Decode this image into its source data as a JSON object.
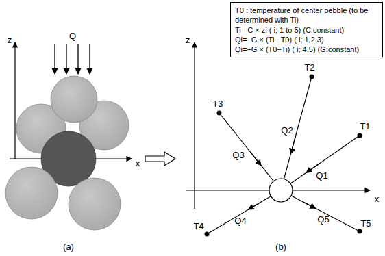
{
  "diagram": {
    "nodes": [
      {
        "text": [
          "T0 : temperature of center pebble (to be determined with Ti)",
          "Ti= C × zi ( i; 1 to 5) (C:constant)",
          "Qi=−G × (Ti− T0) ( i; 1,2,3)",
          "Qi=−G × (T0−Ti) ( i; 4,5) (G:constant)"
        ]
      }
    ],
    "labels": [
      "Q",
      "z",
      "x",
      "(a)",
      "T2",
      "T3",
      "T1",
      "Q2",
      "Q3",
      "Q1",
      "x",
      "z",
      "T4",
      "Q4",
      "Q5",
      "T5",
      "(b)"
    ]
  }
}
